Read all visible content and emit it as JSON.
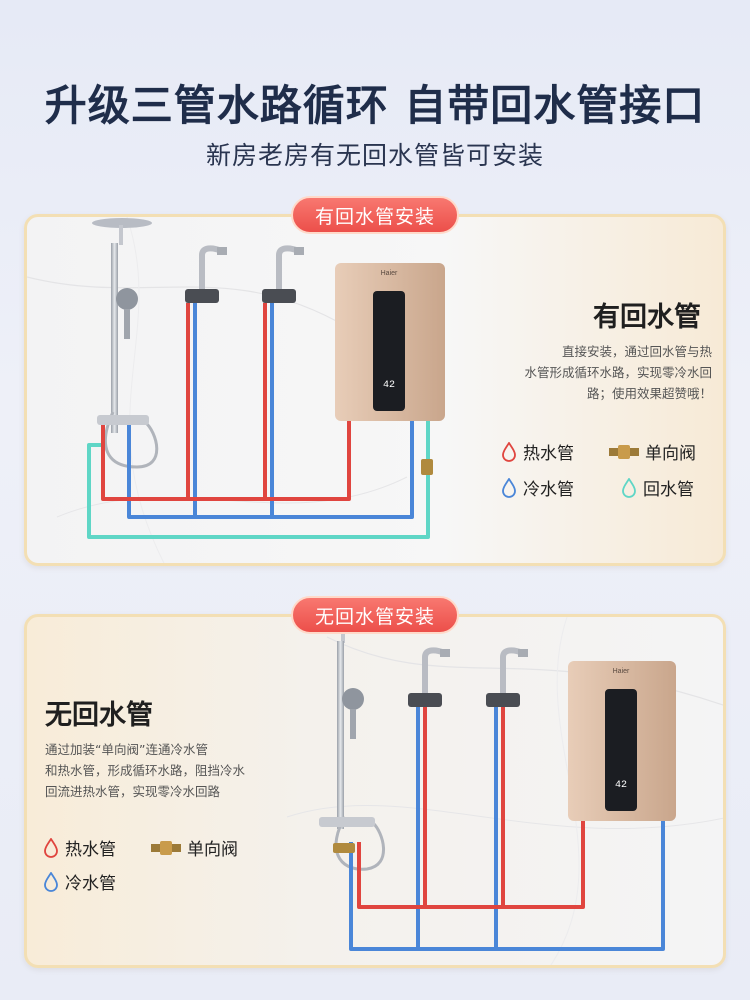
{
  "header": {
    "title": "升级三管水路循环 自带回水管接口",
    "subtitle": "新房老房有无回水管皆可安装"
  },
  "section_with_return": {
    "badge": "有回水管安装",
    "heading": "有回水管",
    "desc_lines": [
      "直接安装，通过回水管与热",
      "水管形成循环水路，实现零冷水回",
      "路；使用效果超赞哦！"
    ],
    "legend": {
      "hot": "热水管",
      "valve": "单向阀",
      "cold": "冷水管",
      "return": "回水管"
    },
    "heater": {
      "brand": "Haier",
      "display": "42"
    }
  },
  "section_without_return": {
    "badge": "无回水管安装",
    "heading": "无回水管",
    "desc_lines": [
      "通过加装“单向阀”连通冷水管",
      "和热水管，形成循环水路，阻挡冷水",
      "回流进热水管，实现零冷水回路"
    ],
    "legend": {
      "hot": "热水管",
      "valve": "单向阀",
      "cold": "冷水管"
    },
    "heater": {
      "brand": "Haier",
      "display": "42"
    }
  },
  "colors": {
    "hot": "#e0453f",
    "cold": "#4a86d8",
    "return": "#5fd6c6",
    "heater": "#d9b79e",
    "title": "#1f2d4a",
    "badge": "#ef5750"
  }
}
